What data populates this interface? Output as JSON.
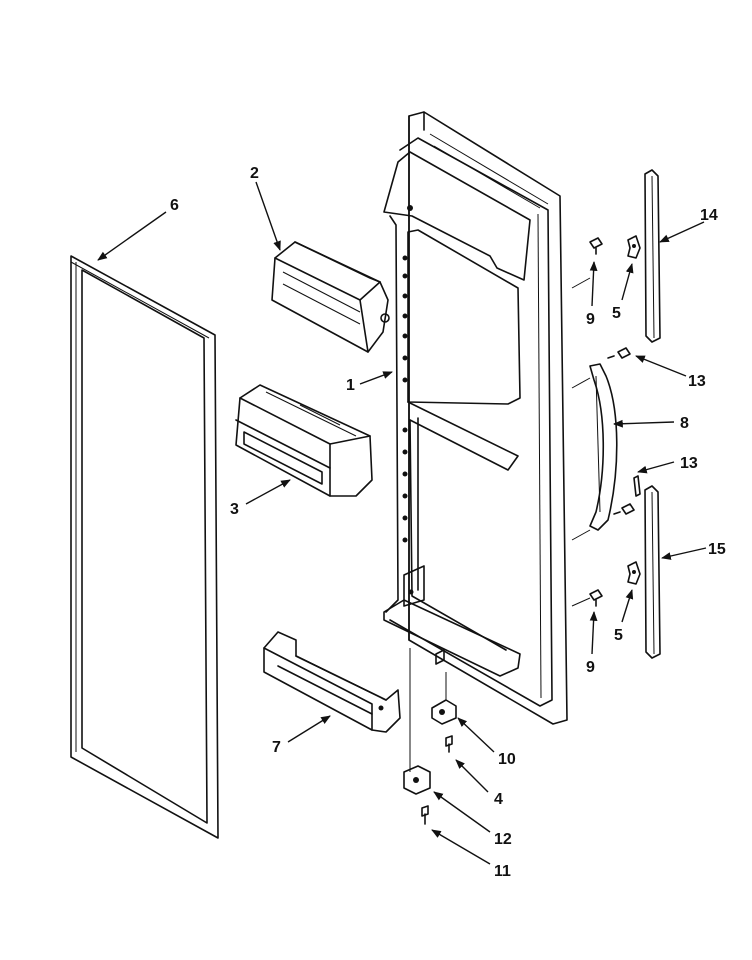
{
  "callouts": {
    "c1": "1",
    "c2": "2",
    "c3": "3",
    "c4": "4",
    "c5a": "5",
    "c5b": "5",
    "c6": "6",
    "c7": "7",
    "c8": "8",
    "c9a": "9",
    "c9b": "9",
    "c10": "10",
    "c11": "11",
    "c12": "12",
    "c13a": "13",
    "c13b": "13",
    "c14": "14",
    "c15": "15"
  },
  "colors": {
    "ink": "#111111",
    "paper": "#ffffff"
  }
}
